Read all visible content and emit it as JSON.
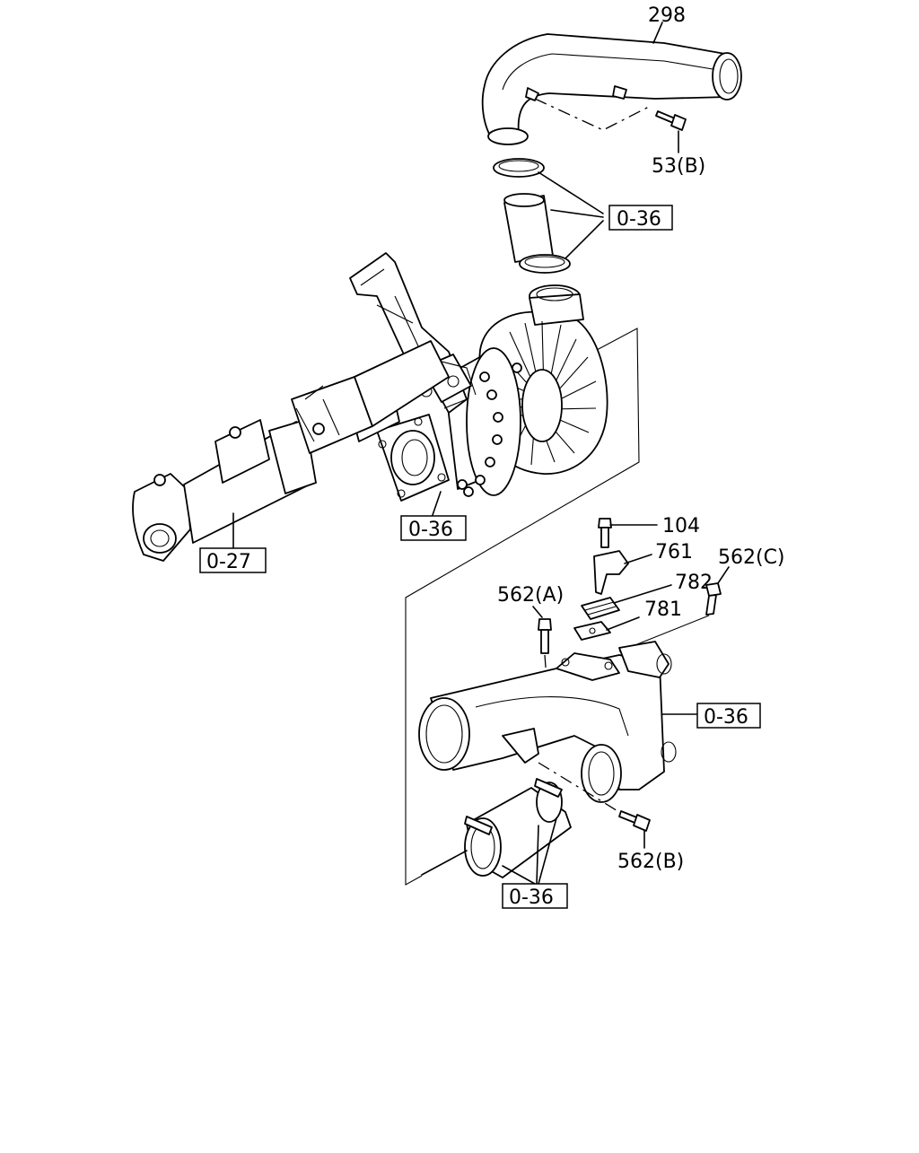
{
  "labels": {
    "pipe_298": "298",
    "bolt_53b": "53(B)",
    "ref_hose_upper": "0-36",
    "ref_turbo": "0-36",
    "ref_exhaust": "0-27",
    "bolt_104": "104",
    "part_761": "761",
    "part_782": "782",
    "part_781": "781",
    "bolt_562c": "562(C)",
    "bolt_562a": "562(A)",
    "ref_inlet": "0-36",
    "bolt_562b": "562(B)",
    "ref_hose_lower": "0-36"
  }
}
